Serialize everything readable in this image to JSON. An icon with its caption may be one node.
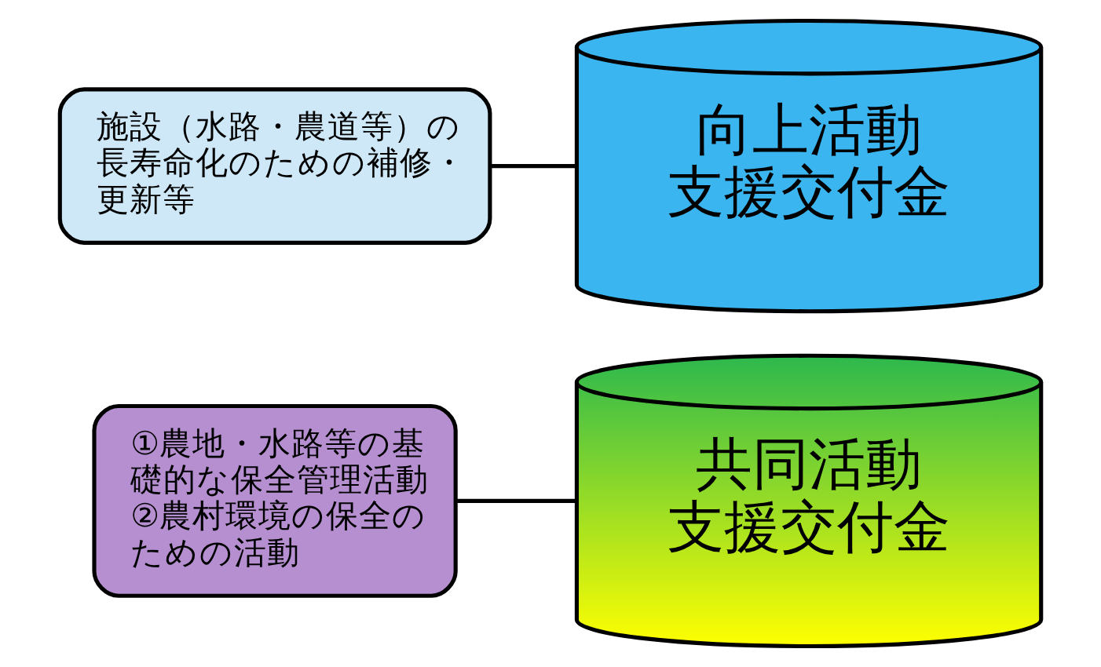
{
  "diagram": {
    "nodes": [
      {
        "text": [
          "①農地・水路等の基礎的な保全管理活動",
          "②農村環境の保全のための活動"
        ]
      },
      {
        "text": [
          "共同活動",
          "支援交付金"
        ]
      },
      {
        "text": [
          "施設（水路・農道等）の長寿命化のための補修・更新等"
        ]
      },
      {
        "text": [
          "向上活動",
          "支援交付金"
        ]
      }
    ],
    "edges": [
      {
        "from": 0,
        "to": 1,
        "arrow": "none"
      },
      {
        "from": 2,
        "to": 3,
        "arrow": "none"
      }
    ]
  }
}
